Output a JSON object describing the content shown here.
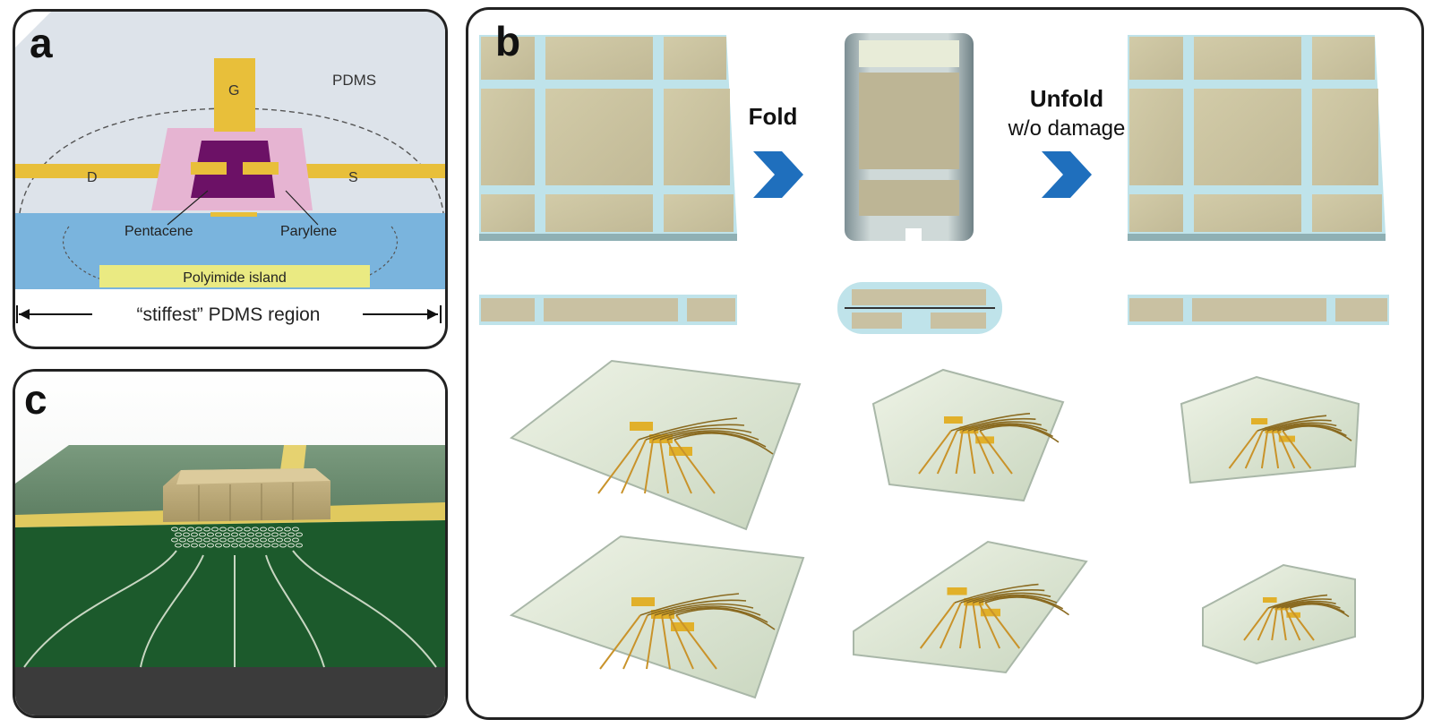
{
  "panel_a": {
    "label": "a",
    "pdms": "PDMS",
    "gate": "G",
    "drain": "D",
    "source": "S",
    "pentacene": "Pentacene",
    "parylene": "Parylene",
    "polyimide": "Polyimide island",
    "region": "“stiffest” PDMS region"
  },
  "panel_b": {
    "label": "b",
    "fold": "Fold",
    "unfold": "Unfold",
    "unfold_sub": "w/o damage"
  },
  "panel_c": {
    "label": "c"
  },
  "colors": {
    "pdms_top": "#dde3ea",
    "substrate_blue": "#7ab4dd",
    "gold": "#e8bf3a",
    "parylene_pink": "#e6b4d2",
    "pentacene_purple": "#6c1166",
    "polyimide_yellow": "#eaea82",
    "tile_khaki": "#cbc4a4",
    "gap_light_blue": "#bfe3ea",
    "arrow_blue": "#1f6fbd",
    "pcb_green": "#1c5a2c"
  }
}
